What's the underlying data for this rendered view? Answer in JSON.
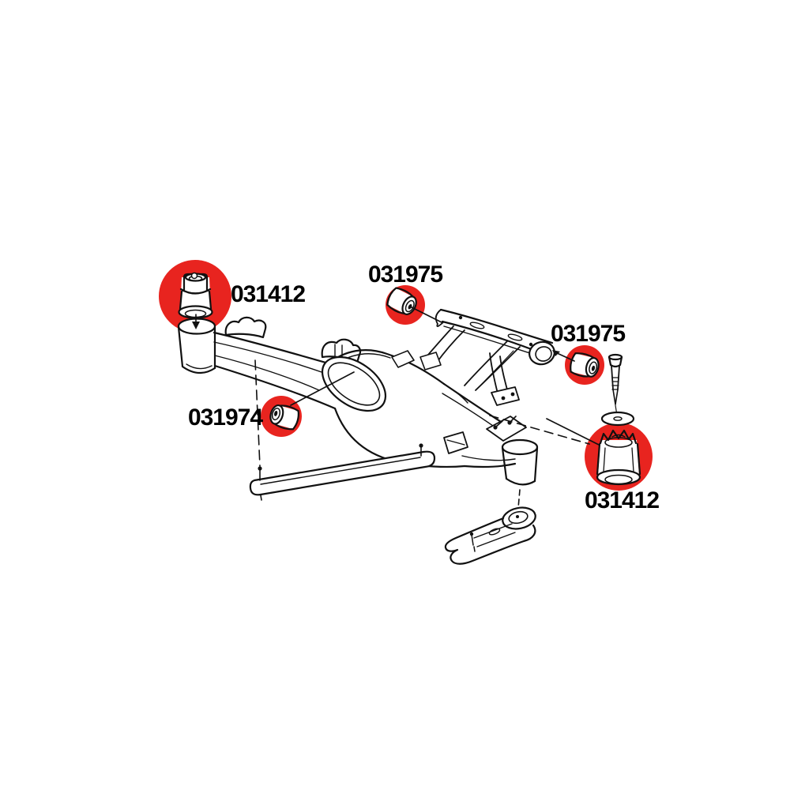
{
  "colors": {
    "highlight": "#e8241f",
    "ink": "#111111",
    "background": "#ffffff"
  },
  "callouts": [
    {
      "part_number": "031412"
    },
    {
      "part_number": "031975"
    },
    {
      "part_number": "031975"
    },
    {
      "part_number": "031974"
    },
    {
      "part_number": "031412"
    }
  ]
}
